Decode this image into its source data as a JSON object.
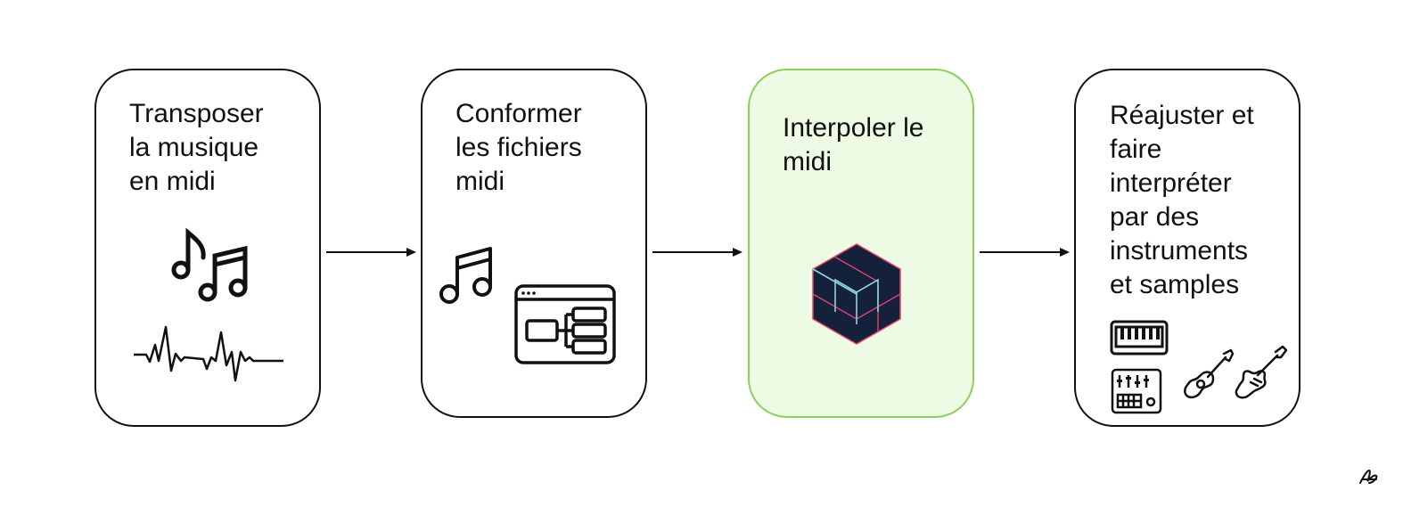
{
  "steps": [
    {
      "title": "Transposer\nla musique\nen midi",
      "highlighted": false,
      "icons": [
        "music-notes-icon",
        "waveform-icon"
      ]
    },
    {
      "title": "Conformer\nles fichiers\nmidi",
      "highlighted": false,
      "icons": [
        "music-note-icon",
        "app-window-flowchart-icon"
      ]
    },
    {
      "title": "Interpoler le\nmidi",
      "highlighted": true,
      "icons": [
        "magenta-hexagon-logo"
      ]
    },
    {
      "title": "Réajuster et\nfaire\ninterpréter\npar des\ninstruments\net samples",
      "highlighted": false,
      "icons": [
        "keyboard-icon",
        "mixer-icon",
        "acoustic-guitar-icon",
        "electric-guitar-icon"
      ]
    }
  ],
  "arrows": [
    "arrow-1-2",
    "arrow-2-3",
    "arrow-3-4"
  ],
  "colors": {
    "border": "#111111",
    "highlight_border": "#8bcf5c",
    "highlight_fill": "#edfbe5",
    "logo_fill": "#15213b",
    "logo_accent_pink": "#e0436b",
    "logo_accent_cyan": "#8fd3e0"
  },
  "corner_mark": "small-signature-glyph"
}
